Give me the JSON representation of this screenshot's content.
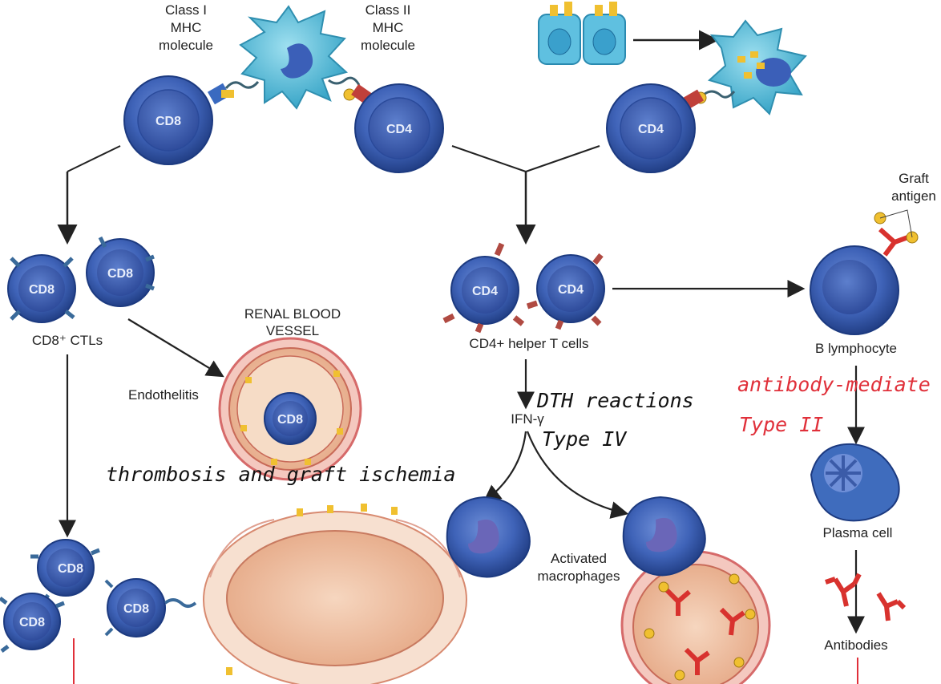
{
  "labels": {
    "class1_mhc": [
      "Class I",
      "MHC",
      "molecule"
    ],
    "class2_mhc": [
      "Class II",
      "MHC",
      "molecule"
    ],
    "graft_antigen": [
      "Graft",
      "antigen"
    ],
    "cd8_ctls": "CD8⁺ CTLs",
    "renal_vessel": [
      "RENAL BLOOD",
      "VESSEL"
    ],
    "endothelitis": "Endothelitis",
    "cd4_helper": "CD4+ helper T cells",
    "ifn_gamma": "IFN-γ",
    "activated_macrophages": [
      "Activated",
      "macrophages"
    ],
    "b_lymphocyte": "B lymphocyte",
    "plasma_cell": "Plasma cell",
    "antibodies": "Antibodies",
    "cd8": "CD8",
    "cd4": "CD4"
  },
  "annotations": {
    "dth": "DTH reactions",
    "type4": "Type IV",
    "thrombosis": "thrombosis and graft ischemia",
    "antibody_mediated": "antibody-mediate",
    "type2": "Type II"
  },
  "colors": {
    "cell_blue": "#3f63b8",
    "apc_blue": "#5fc3df",
    "annotation_red": "#e0303a",
    "antibody_red": "#d8322e",
    "tissue_pink": "#f2cdb8"
  }
}
